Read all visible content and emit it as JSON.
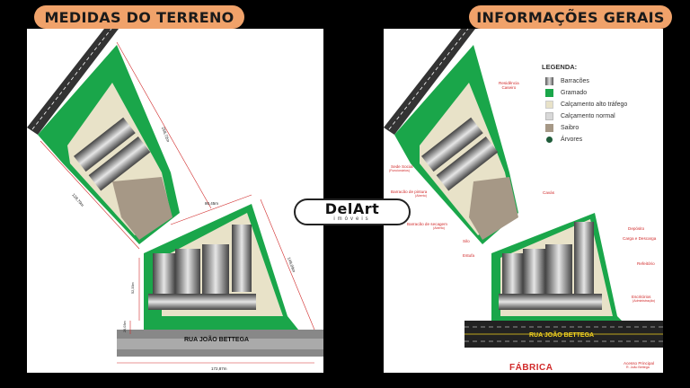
{
  "titles": {
    "left": "MEDIDAS DO TERRENO",
    "right": "INFORMAÇÕES GERAIS"
  },
  "logo": {
    "main": "DelArt",
    "sub": "imóveis"
  },
  "left_panel": {
    "road_label": "RUA JOÃO BETTEGA",
    "measures": [
      "258,72m",
      "128,79m",
      "80,45m",
      "149,09m",
      "172,87m",
      "52,33m",
      "26,03m"
    ]
  },
  "right_panel": {
    "road_label": "RUA JOÃO BETTEGA",
    "legend": {
      "title": "LEGENDA:",
      "items": [
        "Barracões",
        "Gramado",
        "Calçamento alto tráfego",
        "Calçamento normal",
        "Saibro",
        "Árvores"
      ]
    },
    "annotations": {
      "residencia": "Residência\nCaseiro",
      "sede_social": "Sede Social",
      "sede_social_sub": "(Funcionários)",
      "barracao_pintura": "Barracão de pintura",
      "barracao_pintura_sub": "(Aberto)",
      "cavas": "Cavás",
      "barracao_secagem": "Barracão de secagem",
      "barracao_secagem_sub": "(Aberto)",
      "silo": "Silo",
      "estufa": "Estufa",
      "deposito": "Depósito",
      "carga": "Carga e Descarga",
      "refeitorio": "Refeitório",
      "escritorios": "Escritórios",
      "escritorios_sub": "(Administração)",
      "acesso": "Acesso Principal",
      "acesso_sub": "R. João Bettega"
    },
    "fabrica": "FÁBRICA"
  },
  "colors": {
    "gramado": "#1aa64a",
    "calcamento_alto": "#e8e2c8",
    "saibro": "#a69886",
    "title_pill": "#f0a26a",
    "annotation": "#d12a2a"
  }
}
